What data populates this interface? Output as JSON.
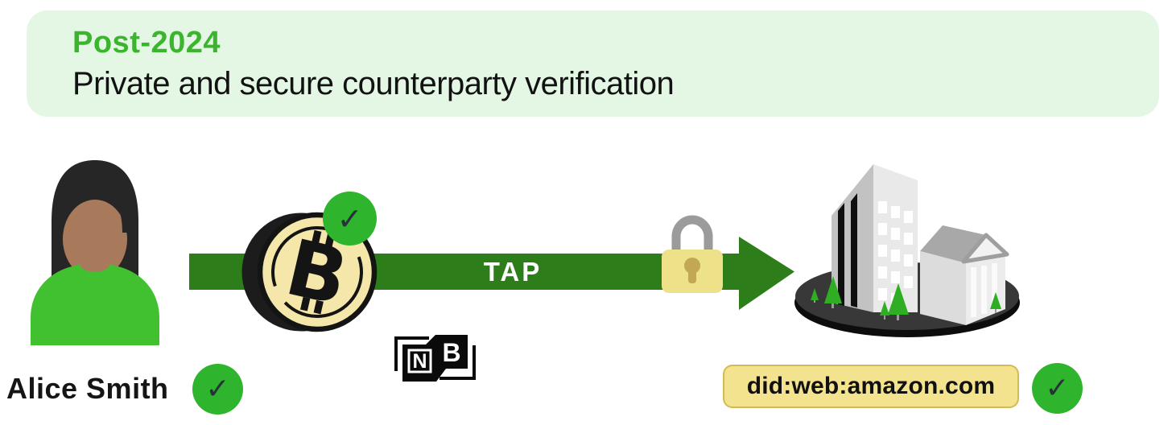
{
  "title_card": {
    "era_label": "Post-2024",
    "subtitle": "Private and secure counterparty verification"
  },
  "sender": {
    "name": "Alice Smith",
    "verified": true
  },
  "transfer": {
    "protocol_label": "TAP",
    "asset": "Bitcoin",
    "asset_letter": "B",
    "encrypted": true
  },
  "recipient": {
    "did": "did:web:amazon.com",
    "verified": true
  },
  "brand": {
    "letter_n": "N",
    "letter_b": "B"
  },
  "icons": {
    "check_glyph": "✓",
    "names": [
      "verified-check-icon",
      "bitcoin-coin-icon",
      "padlock-icon",
      "person-avatar-icon",
      "company-building-icon",
      "nb-logo-icon"
    ]
  },
  "colors": {
    "header_bg": "#e3f7e4",
    "heading_green": "#3cb52e",
    "arrow_green": "#2e7d1b",
    "check_green": "#2fb42d",
    "shirt_green": "#41c130",
    "coin_face": "#f5e7a9",
    "coin_rim": "#1c1c1c",
    "lock_body": "#ede189",
    "lock_shackle": "#9b9b9b",
    "lock_keyhole": "#c2a854",
    "did_chip_bg": "#f3e38f",
    "did_chip_border": "#d4ba50",
    "text_dark": "#111111",
    "tap_text": "#ffffff"
  }
}
